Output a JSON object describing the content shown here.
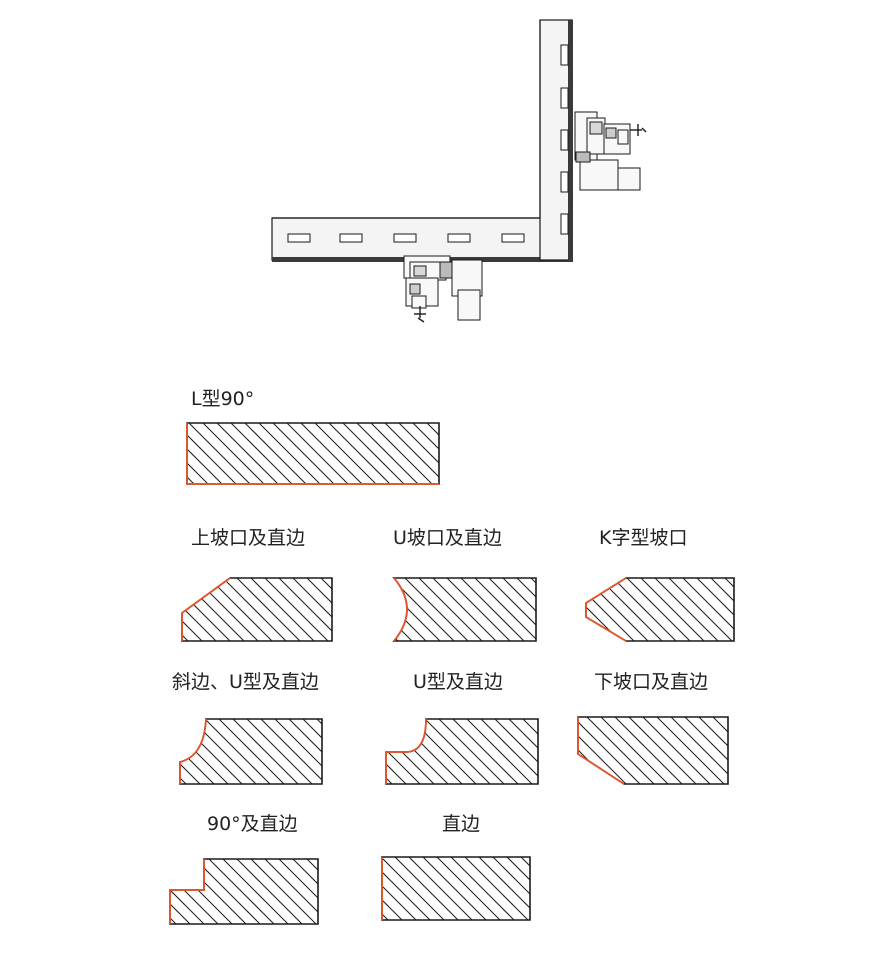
{
  "colors": {
    "outline": "#1a1a1a",
    "hatch": "#1a1a1a",
    "edge_highlight": "#e8532a",
    "frame_fill": "#f4f4f4",
    "frame_shadow": "#3a3a3a",
    "background": "#ffffff"
  },
  "machine": {
    "icon": "l-shaped-edging-machine-icon"
  },
  "profiles": [
    {
      "id": "l90",
      "label": "L型90°"
    },
    {
      "id": "upper-bevel-straight",
      "label": "上坡口及直边"
    },
    {
      "id": "u-bevel-straight",
      "label": "U坡口及直边"
    },
    {
      "id": "k-bevel",
      "label": "K字型坡口"
    },
    {
      "id": "bevel-u-straight",
      "label": "斜边、U型及直边"
    },
    {
      "id": "u-straight",
      "label": "U型及直边"
    },
    {
      "id": "lower-bevel-straight",
      "label": "下坡口及直边"
    },
    {
      "id": "step90-straight",
      "label": "90°及直边"
    },
    {
      "id": "straight",
      "label": "直边"
    }
  ]
}
